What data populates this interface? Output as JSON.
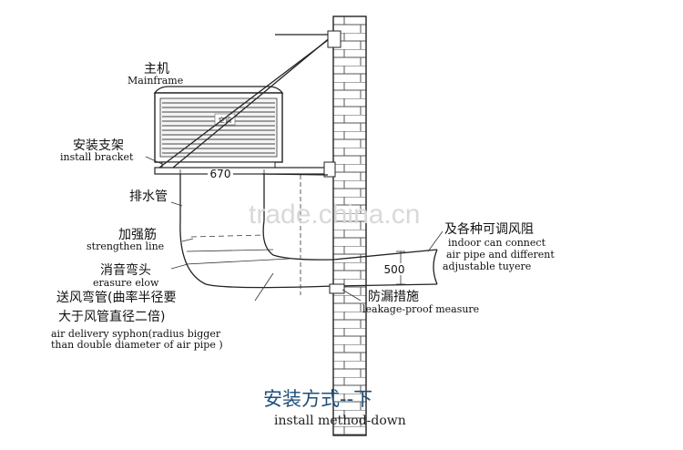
{
  "labels": {
    "mainframe_cn": "主机",
    "mainframe_en": "Mainframe",
    "bracket_cn": "安装支架",
    "bracket_en": "install bracket",
    "drain_cn": "排水管",
    "strengthen_cn": "加强筋",
    "strengthen_en": "strengthen line",
    "measure_cn": "消音弯头",
    "measure_en": "erasure elow",
    "syphon_cn_1": "送风弯管(曲率半径要",
    "syphon_cn_2": "大于风管直径二倍)",
    "syphon_en_1": "air delivery syphon(radius bigger",
    "syphon_en_2": "than double diameter of air pipe )",
    "indoor_cn": "及各种可调风阻",
    "indoor_en_1": "indoor can connect",
    "indoor_en_2": "air pipe and different",
    "indoor_en_3": "adjustable tuyere",
    "leak_cn": "防漏措施",
    "leak_en": "leakage-proof measure",
    "unit_logo": "空调"
  },
  "dimensions": {
    "width": "670",
    "pipe": "500"
  },
  "watermark": "trade.china.cn",
  "caption": {
    "cn": "安装方式--下",
    "en": "install method-down"
  }
}
